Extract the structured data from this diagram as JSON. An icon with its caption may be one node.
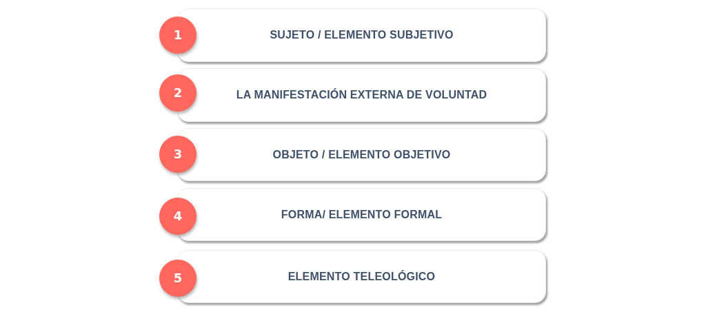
{
  "diagram": {
    "nodes": [
      {
        "text": [
          "1"
        ]
      },
      {
        "text": [
          "SUJETO / ELEMENTO SUBJETIVO"
        ]
      },
      {
        "text": [
          "2"
        ]
      },
      {
        "text": [
          "LA MANIFESTACIÓN EXTERNA DE VOLUNTAD"
        ]
      },
      {
        "text": [
          "3"
        ]
      },
      {
        "text": [
          "OBJETO / ELEMENTO OBJETIVO"
        ]
      },
      {
        "text": [
          "4"
        ]
      },
      {
        "text": [
          "FORMA/ ELEMENTO FORMAL"
        ]
      },
      {
        "text": [
          "5"
        ]
      },
      {
        "text": [
          "ELEMENTO TELEOLÓGICO"
        ]
      }
    ]
  }
}
